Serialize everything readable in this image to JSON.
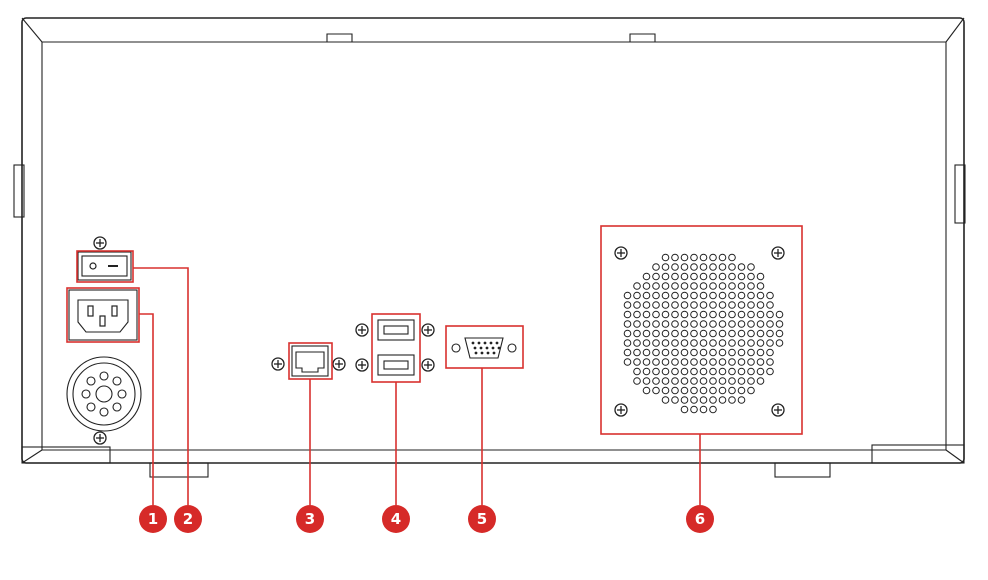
{
  "diagram": {
    "callouts": [
      {
        "number": "1",
        "component": "power-inlet"
      },
      {
        "number": "2",
        "component": "power-switch"
      },
      {
        "number": "3",
        "component": "ethernet-port"
      },
      {
        "number": "4",
        "component": "usb-ports"
      },
      {
        "number": "5",
        "component": "vga-port"
      },
      {
        "number": "6",
        "component": "fan-vent"
      }
    ],
    "switch_labels": {
      "off": "o",
      "on": "—"
    },
    "accent_color": "#d62a28"
  }
}
